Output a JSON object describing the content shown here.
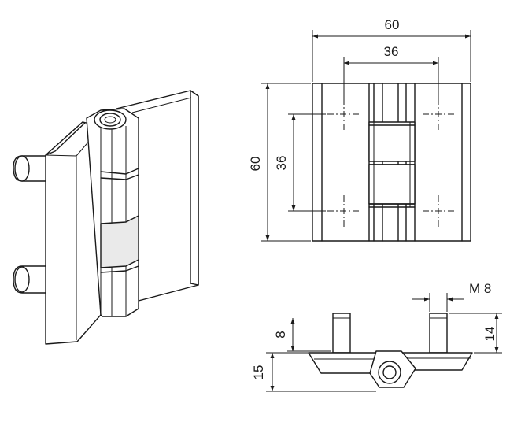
{
  "dimensions": {
    "top_width": "60",
    "top_hole_spacing": "36",
    "left_height": "60",
    "left_hole_spacing": "36",
    "thread": "M 8",
    "stud_length": "14",
    "stud_height": "8",
    "thickness": "15"
  }
}
